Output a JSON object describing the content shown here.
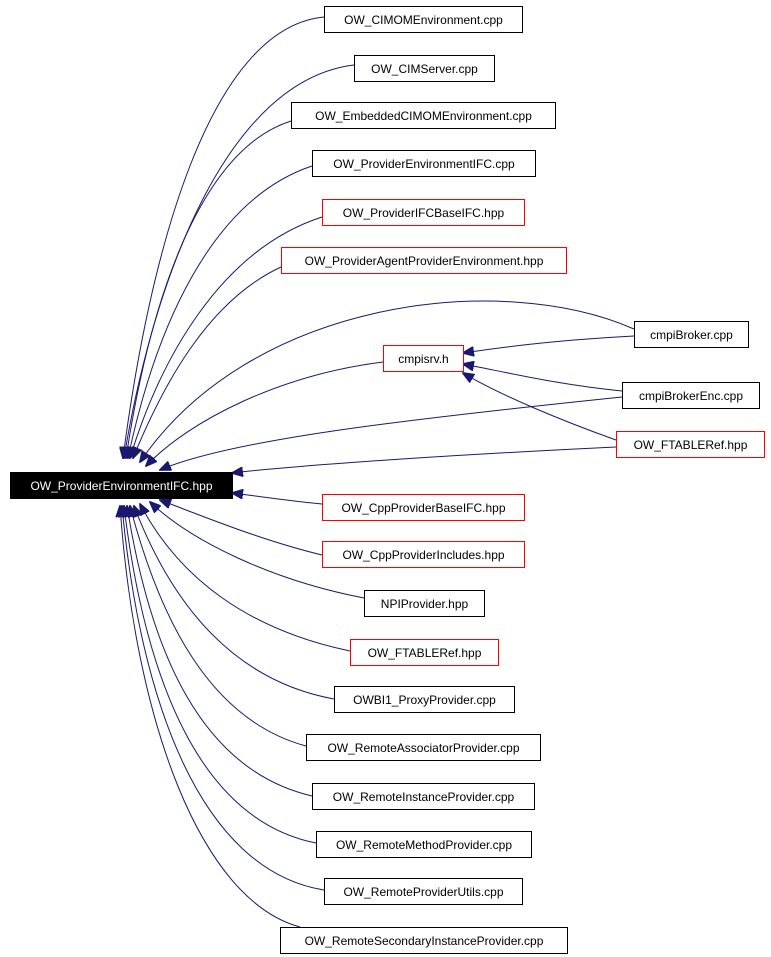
{
  "root": {
    "label": "OW_ProviderEnvironmentIFC.hpp"
  },
  "nodes": [
    {
      "id": "n1",
      "label": "OW_CIMOMEnvironment.cpp"
    },
    {
      "id": "n2",
      "label": "OW_CIMServer.cpp"
    },
    {
      "id": "n3",
      "label": "OW_EmbeddedCIMOMEnvironment.cpp"
    },
    {
      "id": "n4",
      "label": "OW_ProviderEnvironmentIFC.cpp"
    },
    {
      "id": "n5",
      "label": "OW_ProviderIFCBaseIFC.hpp"
    },
    {
      "id": "n6",
      "label": "OW_ProviderAgentProviderEnvironment.hpp"
    },
    {
      "id": "n7",
      "label": "cmpisrv.h"
    },
    {
      "id": "n8",
      "label": "cmpiBroker.cpp"
    },
    {
      "id": "n9",
      "label": "cmpiBrokerEnc.cpp"
    },
    {
      "id": "n10",
      "label": "OW_FTABLERef.hpp"
    },
    {
      "id": "n11",
      "label": "OW_CppProviderBaseIFC.hpp"
    },
    {
      "id": "n12",
      "label": "OW_CppProviderIncludes.hpp"
    },
    {
      "id": "n13",
      "label": "NPIProvider.hpp"
    },
    {
      "id": "n14",
      "label": "OW_FTABLERef.hpp"
    },
    {
      "id": "n15",
      "label": "OWBI1_ProxyProvider.cpp"
    },
    {
      "id": "n16",
      "label": "OW_RemoteAssociatorProvider.cpp"
    },
    {
      "id": "n17",
      "label": "OW_RemoteInstanceProvider.cpp"
    },
    {
      "id": "n18",
      "label": "OW_RemoteMethodProvider.cpp"
    },
    {
      "id": "n19",
      "label": "OW_RemoteProviderUtils.cpp"
    },
    {
      "id": "n20",
      "label": "OW_RemoteSecondaryInstanceProvider.cpp"
    }
  ],
  "colors": {
    "edge": "#191970",
    "incomplete_border": "#ff0000",
    "normal_border": "#000000",
    "root_fill": "#000000",
    "root_text": "#ffffff"
  }
}
